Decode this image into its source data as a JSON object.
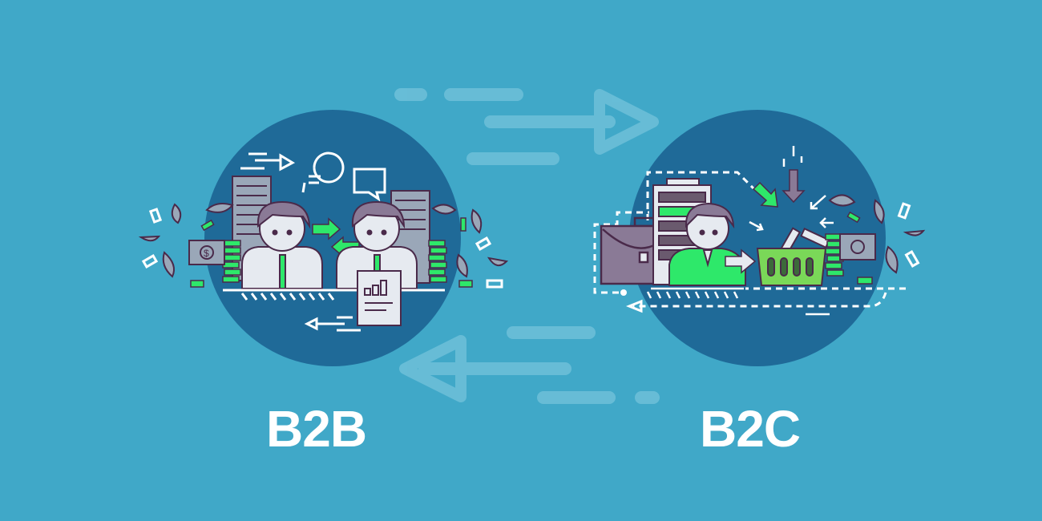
{
  "labels": {
    "left": "B2B",
    "right": "B2C"
  },
  "colors": {
    "background": "#40a8c8",
    "circle": "#1f6a98",
    "accent_green": "#2ee86a",
    "outline_purple": "#4a2a4a",
    "hair_mauve": "#8a7a96",
    "text": "#ffffff",
    "faint_stroke": "#6cbfd8"
  },
  "illustrations": {
    "left": {
      "name": "b2b-scene",
      "elements": [
        "two-businessmen",
        "exchange-arrows",
        "chat-bubbles",
        "building-stacks",
        "coin-stacks",
        "dollar-bill",
        "report-document",
        "flying-money"
      ]
    },
    "right": {
      "name": "b2c-scene",
      "elements": [
        "businessman-green-suit",
        "briefcase",
        "building",
        "shopping-basket",
        "incoming-arrows",
        "coin-stack",
        "bill",
        "dashed-flow-path"
      ]
    }
  },
  "decor": {
    "center_arrows": [
      "right-arrow-top",
      "left-arrow-bottom"
    ]
  }
}
